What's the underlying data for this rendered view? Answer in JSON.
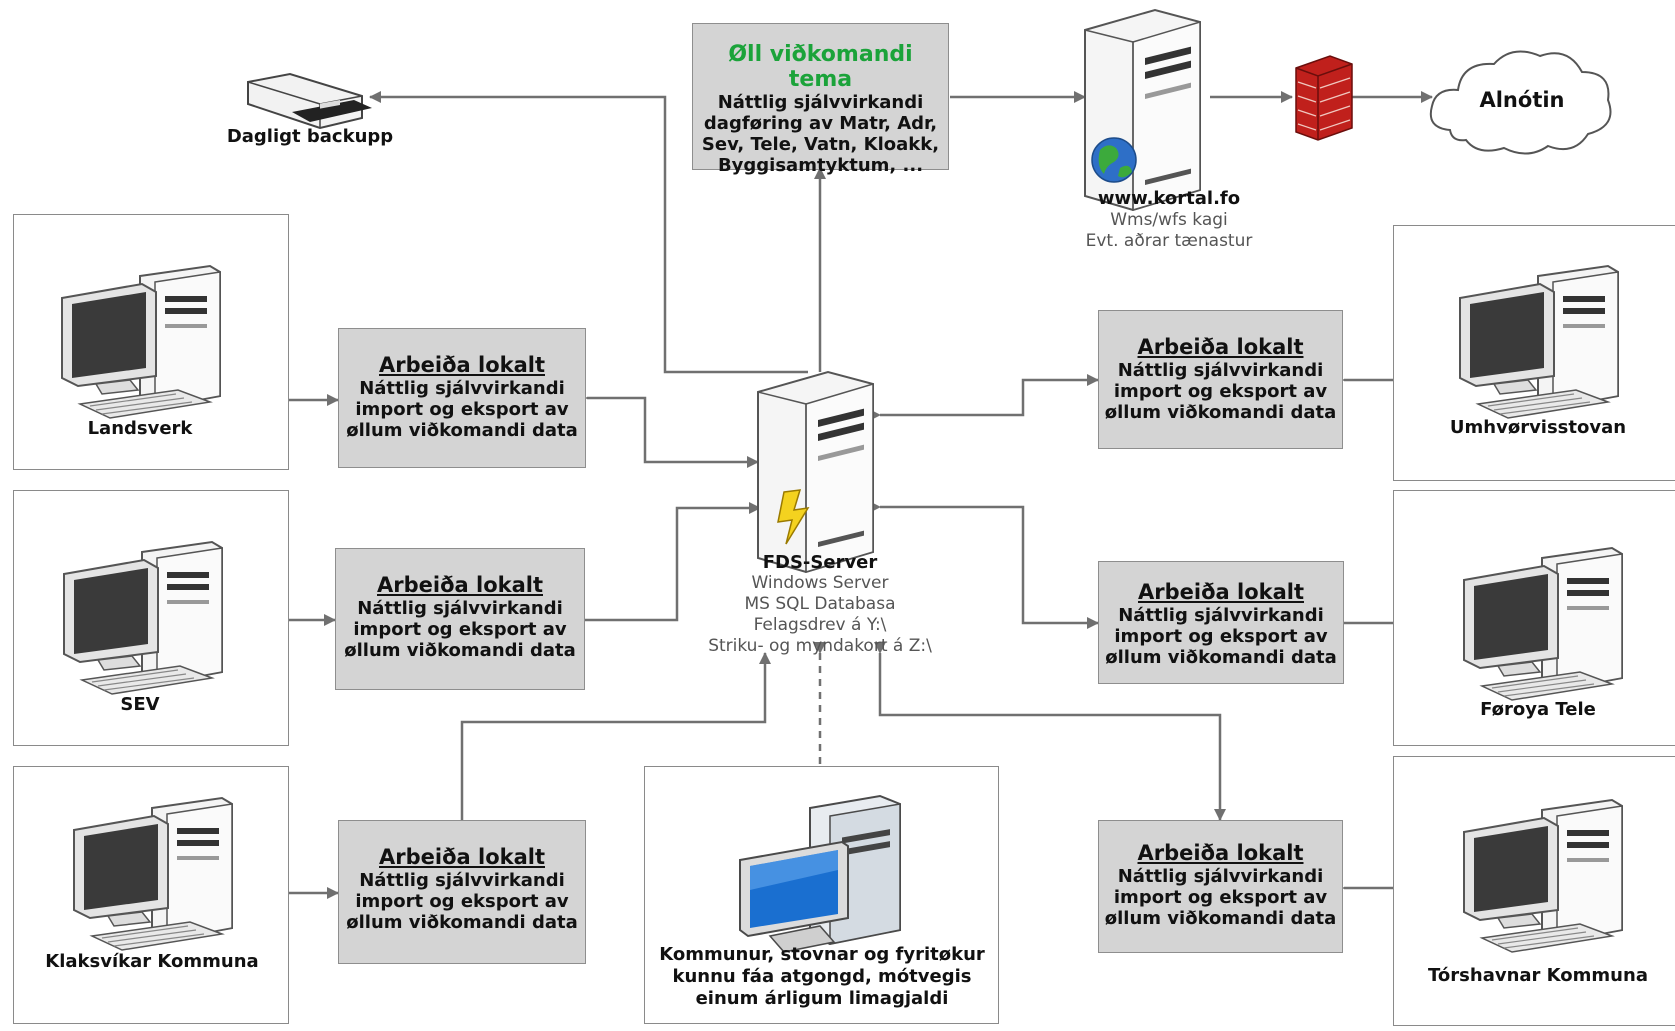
{
  "top_box": {
    "title": "Øll viðkomandi tema",
    "lines": [
      "Náttlig sjálvvirkandi",
      "dagføring av Matr, Adr,",
      "Sev, Tele, Vatn, Kloakk,",
      "Byggisamtyktum, ..."
    ],
    "title_color": "#1ba33a"
  },
  "backup": {
    "label": "Dagligt backupp"
  },
  "web_server": {
    "name": "www.kortal.fo",
    "details": [
      "Wms/wfs kagi",
      "Evt. aðrar tænastur"
    ]
  },
  "cloud": {
    "label": "Alnótin"
  },
  "fds_server": {
    "name": "FDS-Server",
    "details": [
      "Windows Server",
      "MS SQL Databasa",
      "Felagsdrev á Y:\\",
      "Striku- og myndakort á Z:\\"
    ]
  },
  "work_box": {
    "title": "Arbeiða lokalt",
    "lines": [
      "Náttlig sjálvvirkandi",
      "import og eksport av",
      "øllum viðkomandi data"
    ]
  },
  "clients": {
    "landsverk": "Landsverk",
    "sev": "SEV",
    "klaksvik": "Klaksvíkar Kommuna",
    "umhvorvis": "Umhvørvisstovan",
    "foroya_tele": "Føroya Tele",
    "torshavn": "Tórshavnar Kommuna"
  },
  "public_access": {
    "lines": [
      "Kommunur, stovnar og fyritøkur",
      "kunnu fáa atgongd, mótvegis",
      "einum árligum limagjaldi"
    ]
  },
  "colors": {
    "box_fill": "#d4d4d4",
    "line": "#707070",
    "firewall": "#c0201c"
  }
}
